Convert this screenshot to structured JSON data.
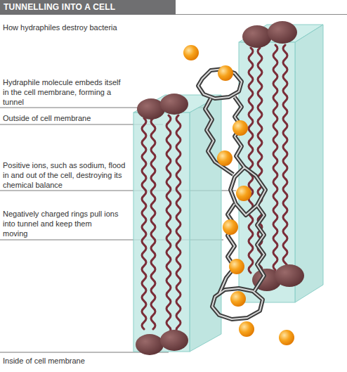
{
  "diagram": {
    "title": "TUNNELLING INTO A CELL",
    "labels": [
      "How hydraphiles destroy bacteria",
      "Hydraphile molecule embeds itself in the cell membrane, forming a tunnel",
      "Outside of cell membrane",
      "Positive ions, such as sodium, flood in and out of the cell, destroying its chemical balance",
      "Negatively charged rings pull ions into tunnel and keep them moving",
      "Inside of cell membrane"
    ]
  }
}
